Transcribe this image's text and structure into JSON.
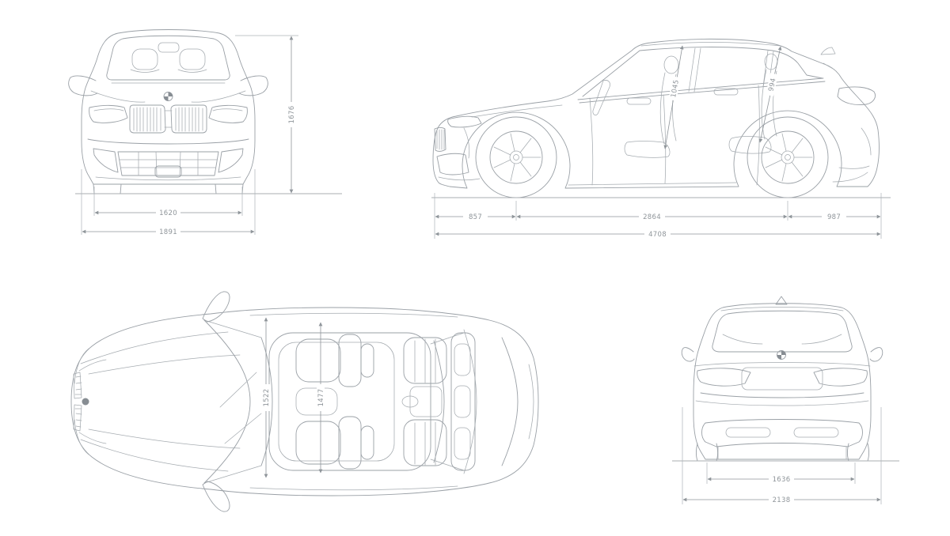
{
  "diagram": {
    "title": "vehicle-dimensions-blueprint",
    "front_view": {
      "track_width": "1620",
      "overall_width": "1891",
      "height": "1676"
    },
    "side_view": {
      "front_overhang": "857",
      "wheelbase": "2864",
      "rear_overhang": "987",
      "overall_length": "4708",
      "front_headroom": "1045",
      "rear_headroom": "994"
    },
    "top_view": {
      "front_cabin_width": "1522",
      "rear_cabin_width": "1477"
    },
    "rear_view": {
      "track_width": "1636",
      "width_incl_mirrors": "2138"
    }
  },
  "colors": {
    "background": "#ffffff",
    "car_line": "#9aa0a6",
    "dim_line": "#8f959a",
    "dim_text": "#8f959a"
  }
}
